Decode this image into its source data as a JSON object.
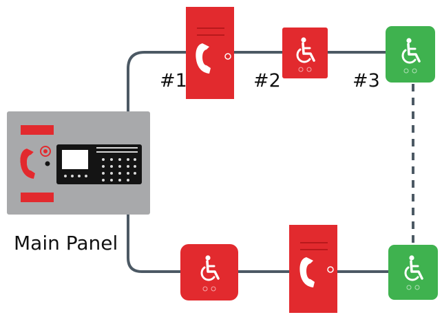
{
  "labels": {
    "main_panel": "Main Panel",
    "node_1": "#1",
    "node_2": "#2",
    "node_3": "#3"
  },
  "colors": {
    "red": "#e22a2e",
    "red_dark": "#b8191c",
    "green": "#3fb24f",
    "panel_gray": "#a8a9ab",
    "wire": "#4c5964",
    "panel_black": "#141414"
  },
  "devices": [
    {
      "type": "refuge-call-point",
      "color": "red",
      "icon": "wheelchair-icon"
    },
    {
      "type": "call-cabinet",
      "color": "red",
      "icon": "telephone-icon"
    },
    {
      "type": "refuge-call-point",
      "color": "green",
      "icon": "wheelchair-icon"
    }
  ]
}
